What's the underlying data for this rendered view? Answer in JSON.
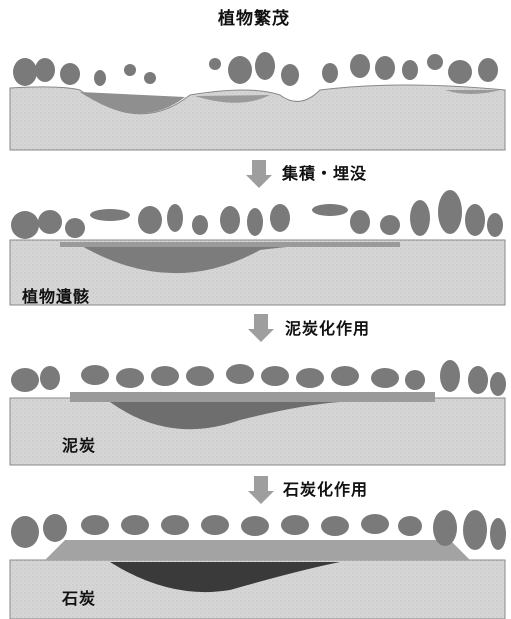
{
  "title": "植物繁茂",
  "steps": [
    {
      "arrow_label": "集積・埋没",
      "layer_label": "植物遺骸"
    },
    {
      "arrow_label": "泥炭化作用",
      "layer_label": "泥炭"
    },
    {
      "arrow_label": "石炭化作用",
      "layer_label": "石炭"
    }
  ],
  "colors": {
    "ground": "#d8d8d8",
    "vegetation": "#7f7f7f",
    "remains": "#9a9a9a",
    "peat": "#6e6e6e",
    "coal": "#3a3a3a",
    "arrow": "#9e9e9e"
  }
}
